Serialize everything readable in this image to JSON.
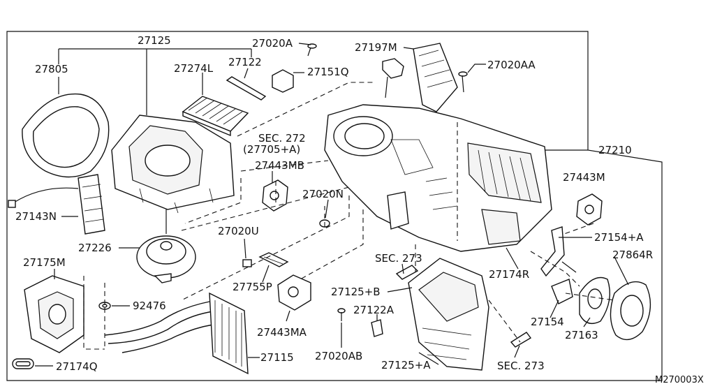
{
  "diagram": {
    "code": "M270003X",
    "labels": {
      "p27125": "27125",
      "p27020A": "27020A",
      "p27197M": "27197M",
      "p27020AA": "27020AA",
      "p27805": "27805",
      "p27122": "27122",
      "p27274L": "27274L",
      "p27151Q": "27151Q",
      "sec272_a": "SEC. 272",
      "sec272_b": "(27705+A)",
      "p27210": "27210",
      "p27443MB": "27443MB",
      "p27443M": "27443M",
      "p27020N": "27020N",
      "p27143N": "27143N",
      "p27020U": "27020U",
      "p27154A": "27154+A",
      "p27226": "27226",
      "p27864R": "27864R",
      "sec273_a": "SEC. 273",
      "p27174R": "27174R",
      "p27175M": "27175M",
      "p27755P": "27755P",
      "p27125B": "27125+B",
      "p92476": "92476",
      "p27122A": "27122A",
      "p27154": "27154",
      "p27443MA": "27443MA",
      "p27163": "27163",
      "p27115": "27115",
      "p27020AB": "27020AB",
      "p27174Q": "27174Q",
      "p27125A": "27125+A",
      "sec273_b": "SEC. 273"
    }
  }
}
